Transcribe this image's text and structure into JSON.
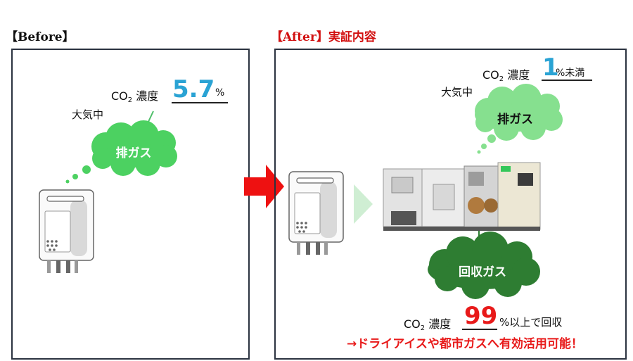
{
  "before": {
    "header": "【Before】",
    "air_label": "大気中",
    "co2_prefix": "CO",
    "co2_sub": "2",
    "co2_suffix": " 濃度",
    "value": "5.7",
    "unit": "%",
    "cloud_label": "排ガス"
  },
  "after": {
    "header": "【After】実証内容",
    "air_label": "大気中",
    "co2_prefix": "CO",
    "co2_sub": "2",
    "co2_suffix": " 濃度",
    "value": "1",
    "unit": "%未満",
    "cloud_exhaust_label": "排ガス",
    "cloud_recovered_label": "回収ガス",
    "recovery_co2_prefix": "CO",
    "recovery_co2_sub": "2",
    "recovery_co2_suffix": " 濃度",
    "recovery_value": "99",
    "recovery_unit": "%以上で回収",
    "footnote": "→ドライアイスや都市ガスへ有効活用可能！"
  },
  "colors": {
    "accent_blue": "#2aa3d4",
    "cloud_light_green": "#4cd161",
    "cloud_pale_green": "#86e08f",
    "cloud_dark_green": "#2e7d32",
    "arrow_red": "#ee1111",
    "highlight_red": "#e81a1a"
  }
}
